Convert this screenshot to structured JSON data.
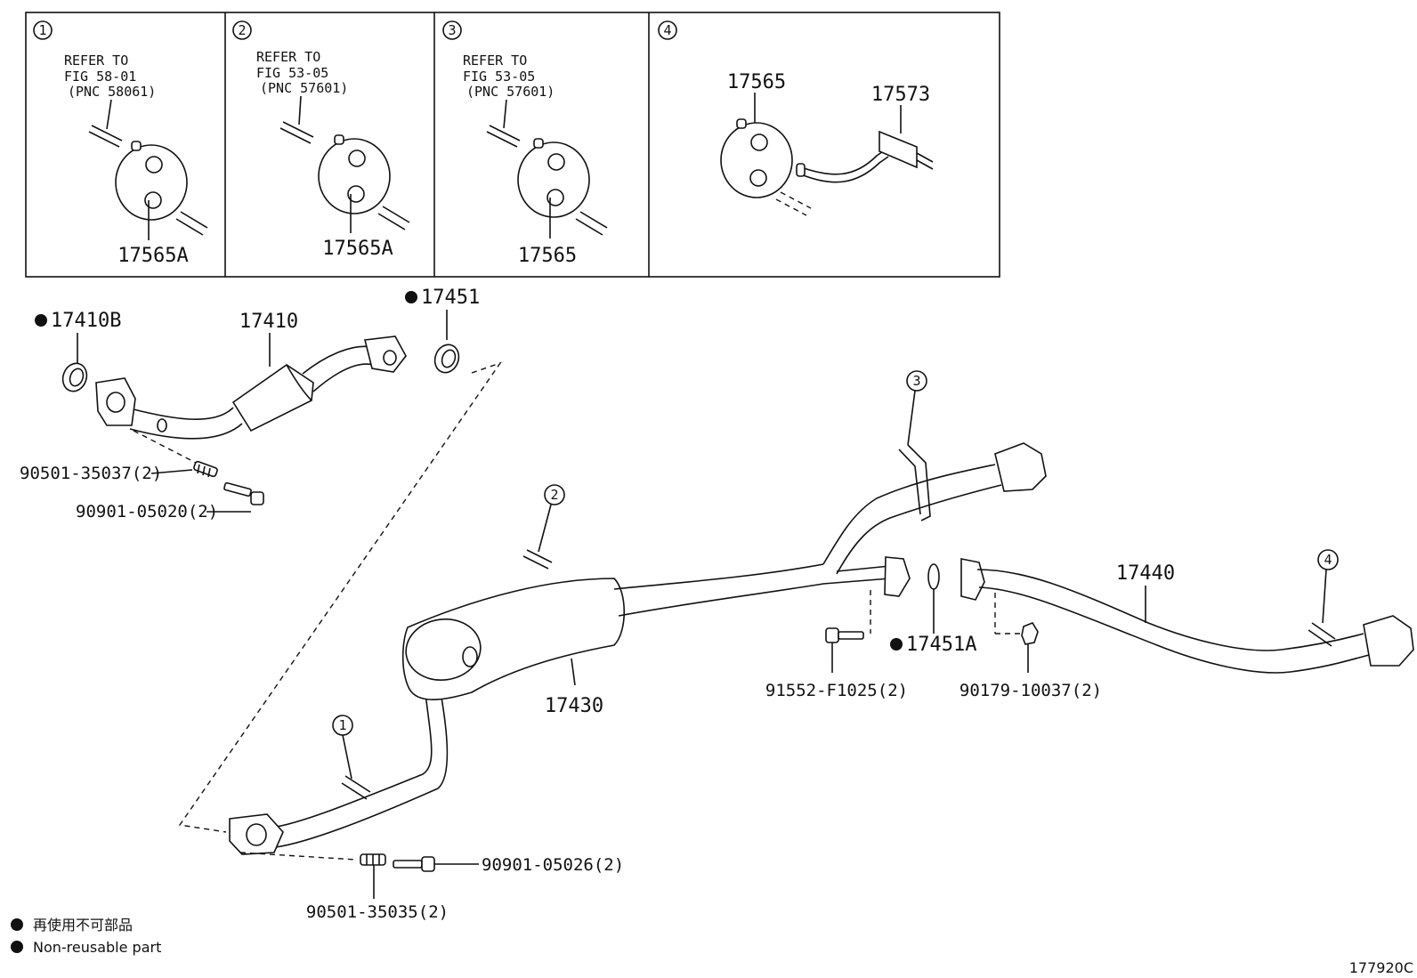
{
  "insets": [
    {
      "num": "1",
      "refer": "REFER TO",
      "fig": "FIG 58-01",
      "pnc": "(PNC 58061)",
      "part": "17565A"
    },
    {
      "num": "2",
      "refer": "REFER TO",
      "fig": "FIG 53-05",
      "pnc": "(PNC 57601)",
      "part": "17565A"
    },
    {
      "num": "3",
      "refer": "REFER TO",
      "fig": "FIG 53-05",
      "pnc": "(PNC 57601)",
      "part": "17565"
    },
    {
      "num": "4",
      "part_a": "17565",
      "part_b": "17573"
    }
  ],
  "parts": {
    "p17410B": "17410B",
    "p17410": "17410",
    "p17451": "17451",
    "p90501_35037": "90501-35037(2)",
    "p90901_05020": "90901-05020(2)",
    "p17430": "17430",
    "p17451A": "17451A",
    "p91552": "91552-F1025(2)",
    "p90179": "90179-10037(2)",
    "p17440": "17440",
    "p90901_05026": "90901-05026(2)",
    "p90501_35035": "90501-35035(2)"
  },
  "callouts": {
    "c1": "1",
    "c2": "2",
    "c3": "3",
    "c4": "4"
  },
  "legend": {
    "line_jp": "再使用不可部品",
    "line_en": "Non-reusable part",
    "bullet_icon": "filled-circle"
  },
  "figure_id": "177920C"
}
